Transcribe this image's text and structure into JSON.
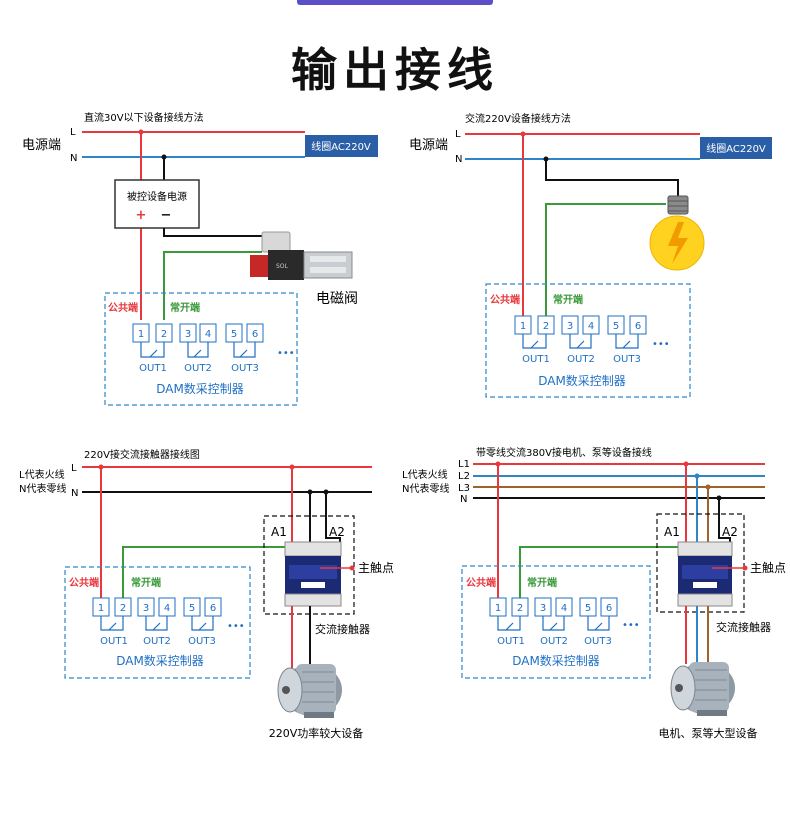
{
  "title": "输出接线",
  "labels": {
    "L": "L",
    "N": "N",
    "L1": "L1",
    "L2": "L2",
    "L3": "L3",
    "power_end": "电源端",
    "coil": "线圈AC220V",
    "common": "公共端",
    "no": "常开端",
    "controller": "DAM数采控制器",
    "out1": "OUT1",
    "out2": "OUT2",
    "out3": "OUT3",
    "dots": "•••",
    "plus": "+",
    "minus": "−",
    "A1": "A1",
    "A2": "A2",
    "main_contact": "主触点",
    "contactor": "交流接触器",
    "l_fire": "L代表火线",
    "n_zero": "N代表零线"
  },
  "panel1": {
    "caption": "直流30V以下设备接线方法",
    "powered": "被控设备电源",
    "device": "电磁阀"
  },
  "panel2": {
    "caption": "交流220V设备接线方法"
  },
  "panel3": {
    "caption": "220V接交流接触器接线图",
    "device": "220V功率较大设备"
  },
  "panel4": {
    "caption": "带零线交流380V接电机、泵等设备接线",
    "device": "电机、泵等大型设备"
  },
  "terminals": [
    "1",
    "2",
    "3",
    "4",
    "5",
    "6"
  ],
  "colors": {
    "red": "#e8383d",
    "blue": "#2e86c8",
    "green": "#3a9a3a",
    "brown": "#a0612a",
    "ctrl": "#1f6fc5",
    "badge": "#2a5fa8",
    "black": "#111111"
  }
}
